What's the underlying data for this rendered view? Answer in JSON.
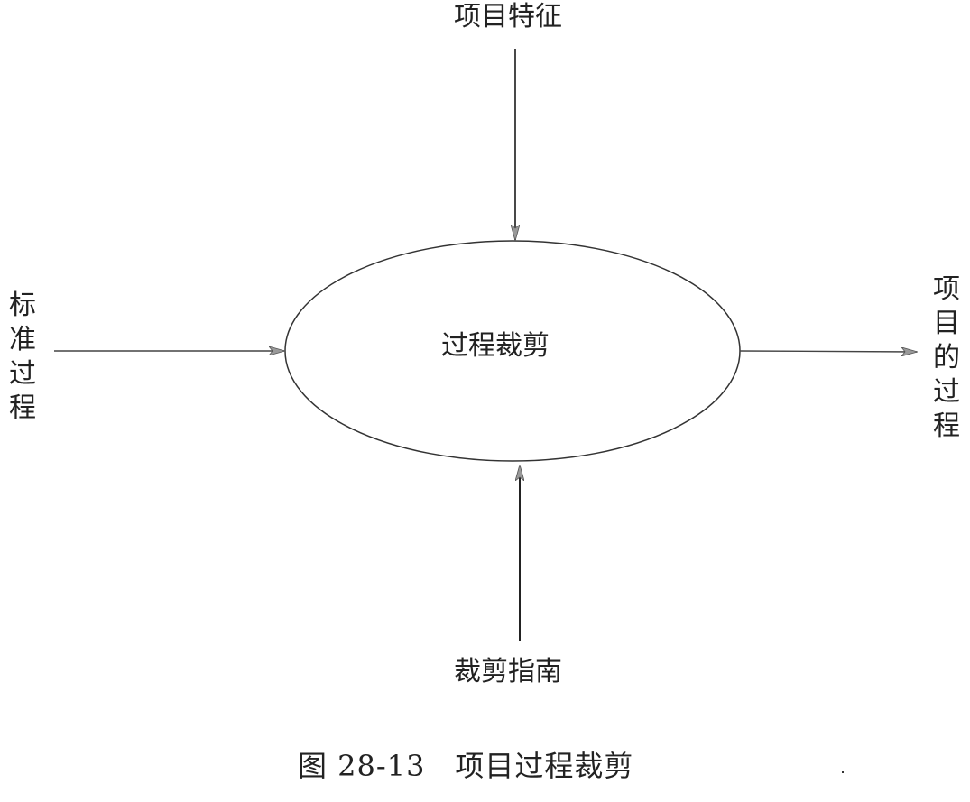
{
  "diagram": {
    "type": "process-flow",
    "center_node": {
      "label": "过程裁剪",
      "shape": "ellipse"
    },
    "inputs": [
      {
        "position": "top",
        "label": "项目特征",
        "direction": "into-center"
      },
      {
        "position": "left",
        "label": "标准过程",
        "direction": "into-center",
        "orientation": "vertical"
      },
      {
        "position": "bottom",
        "label": "裁剪指南",
        "direction": "into-center"
      }
    ],
    "outputs": [
      {
        "position": "right",
        "label": "项目的过程",
        "direction": "out-of-center",
        "orientation": "vertical"
      }
    ],
    "caption": "图 28-13　项目过程裁剪",
    "colors": {
      "stroke": "#333333",
      "text": "#222222",
      "arrowhead": "#888888",
      "background": "#ffffff"
    }
  }
}
